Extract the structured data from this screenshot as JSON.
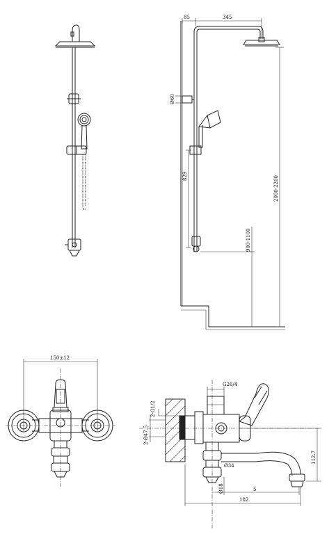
{
  "dimensions": {
    "wall_offset": "85",
    "arm_length": "345",
    "total_height": "2000-2200",
    "bar_length": "829",
    "mixer_height": "900-1100",
    "side_mark": "Ø60",
    "centers": "150±12",
    "thread": "2-G1/2",
    "connection": "G26/4",
    "body_diameter": "2-Ø47.5",
    "spout_diameter": "Ø34",
    "outlet_diameter": "Ø18",
    "spout_reach": "5",
    "overall_reach": "182",
    "spout_height": "112.7"
  }
}
